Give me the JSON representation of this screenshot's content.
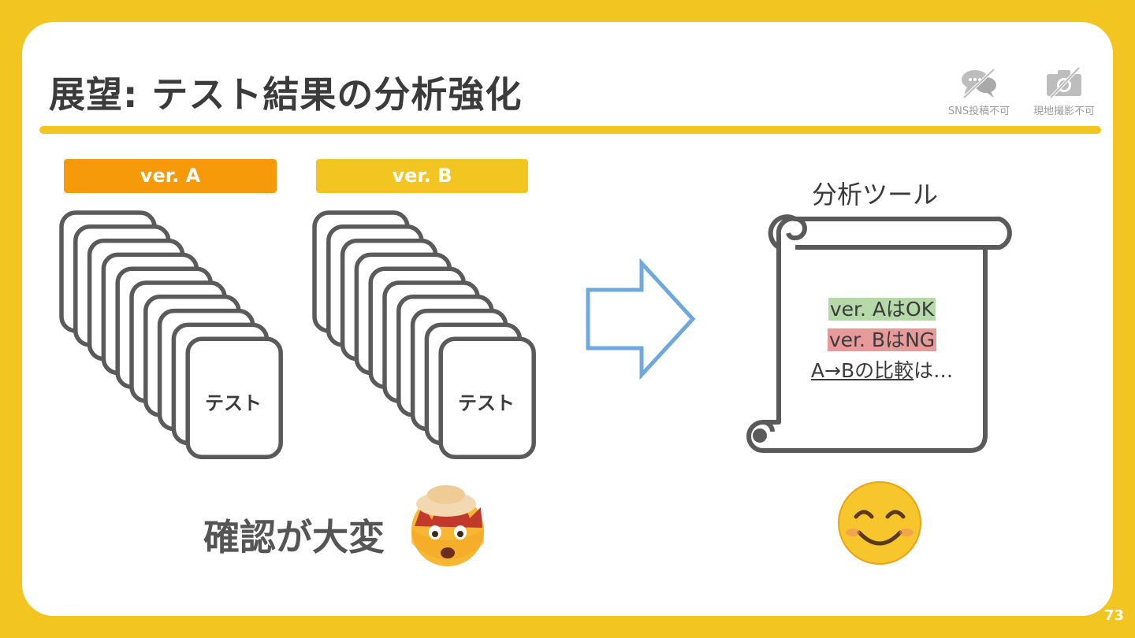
{
  "slide": {
    "title": "展望: テスト結果の分析強化",
    "page_number": "73",
    "notices": [
      {
        "label": "SNS投稿不可",
        "icon": "no-sns-icon"
      },
      {
        "label": "現地撮影不可",
        "icon": "no-camera-icon"
      }
    ],
    "left": {
      "versions": [
        {
          "label": "ver. A",
          "color": "#F79A0A",
          "card_label": "テスト"
        },
        {
          "label": "ver. B",
          "color": "#F2C520",
          "card_label": "テスト"
        }
      ],
      "caption": "確認が大変",
      "emoji_icon": "exploding-head-emoji"
    },
    "right": {
      "tool_title": "分析ツール",
      "lines": {
        "line1": "ver. AはOK",
        "line2": "ver. BはNG",
        "line3_underlined": "A→Bの比較",
        "line3_rest": "は…"
      },
      "emoji_icon": "smiling-face-emoji"
    },
    "colors": {
      "background": "#F2C520",
      "arrow": "#6FA8DC",
      "highlight_ok": "#B6D9A9",
      "highlight_ng": "#E79A9A",
      "outline": "#5a5a5a"
    }
  }
}
